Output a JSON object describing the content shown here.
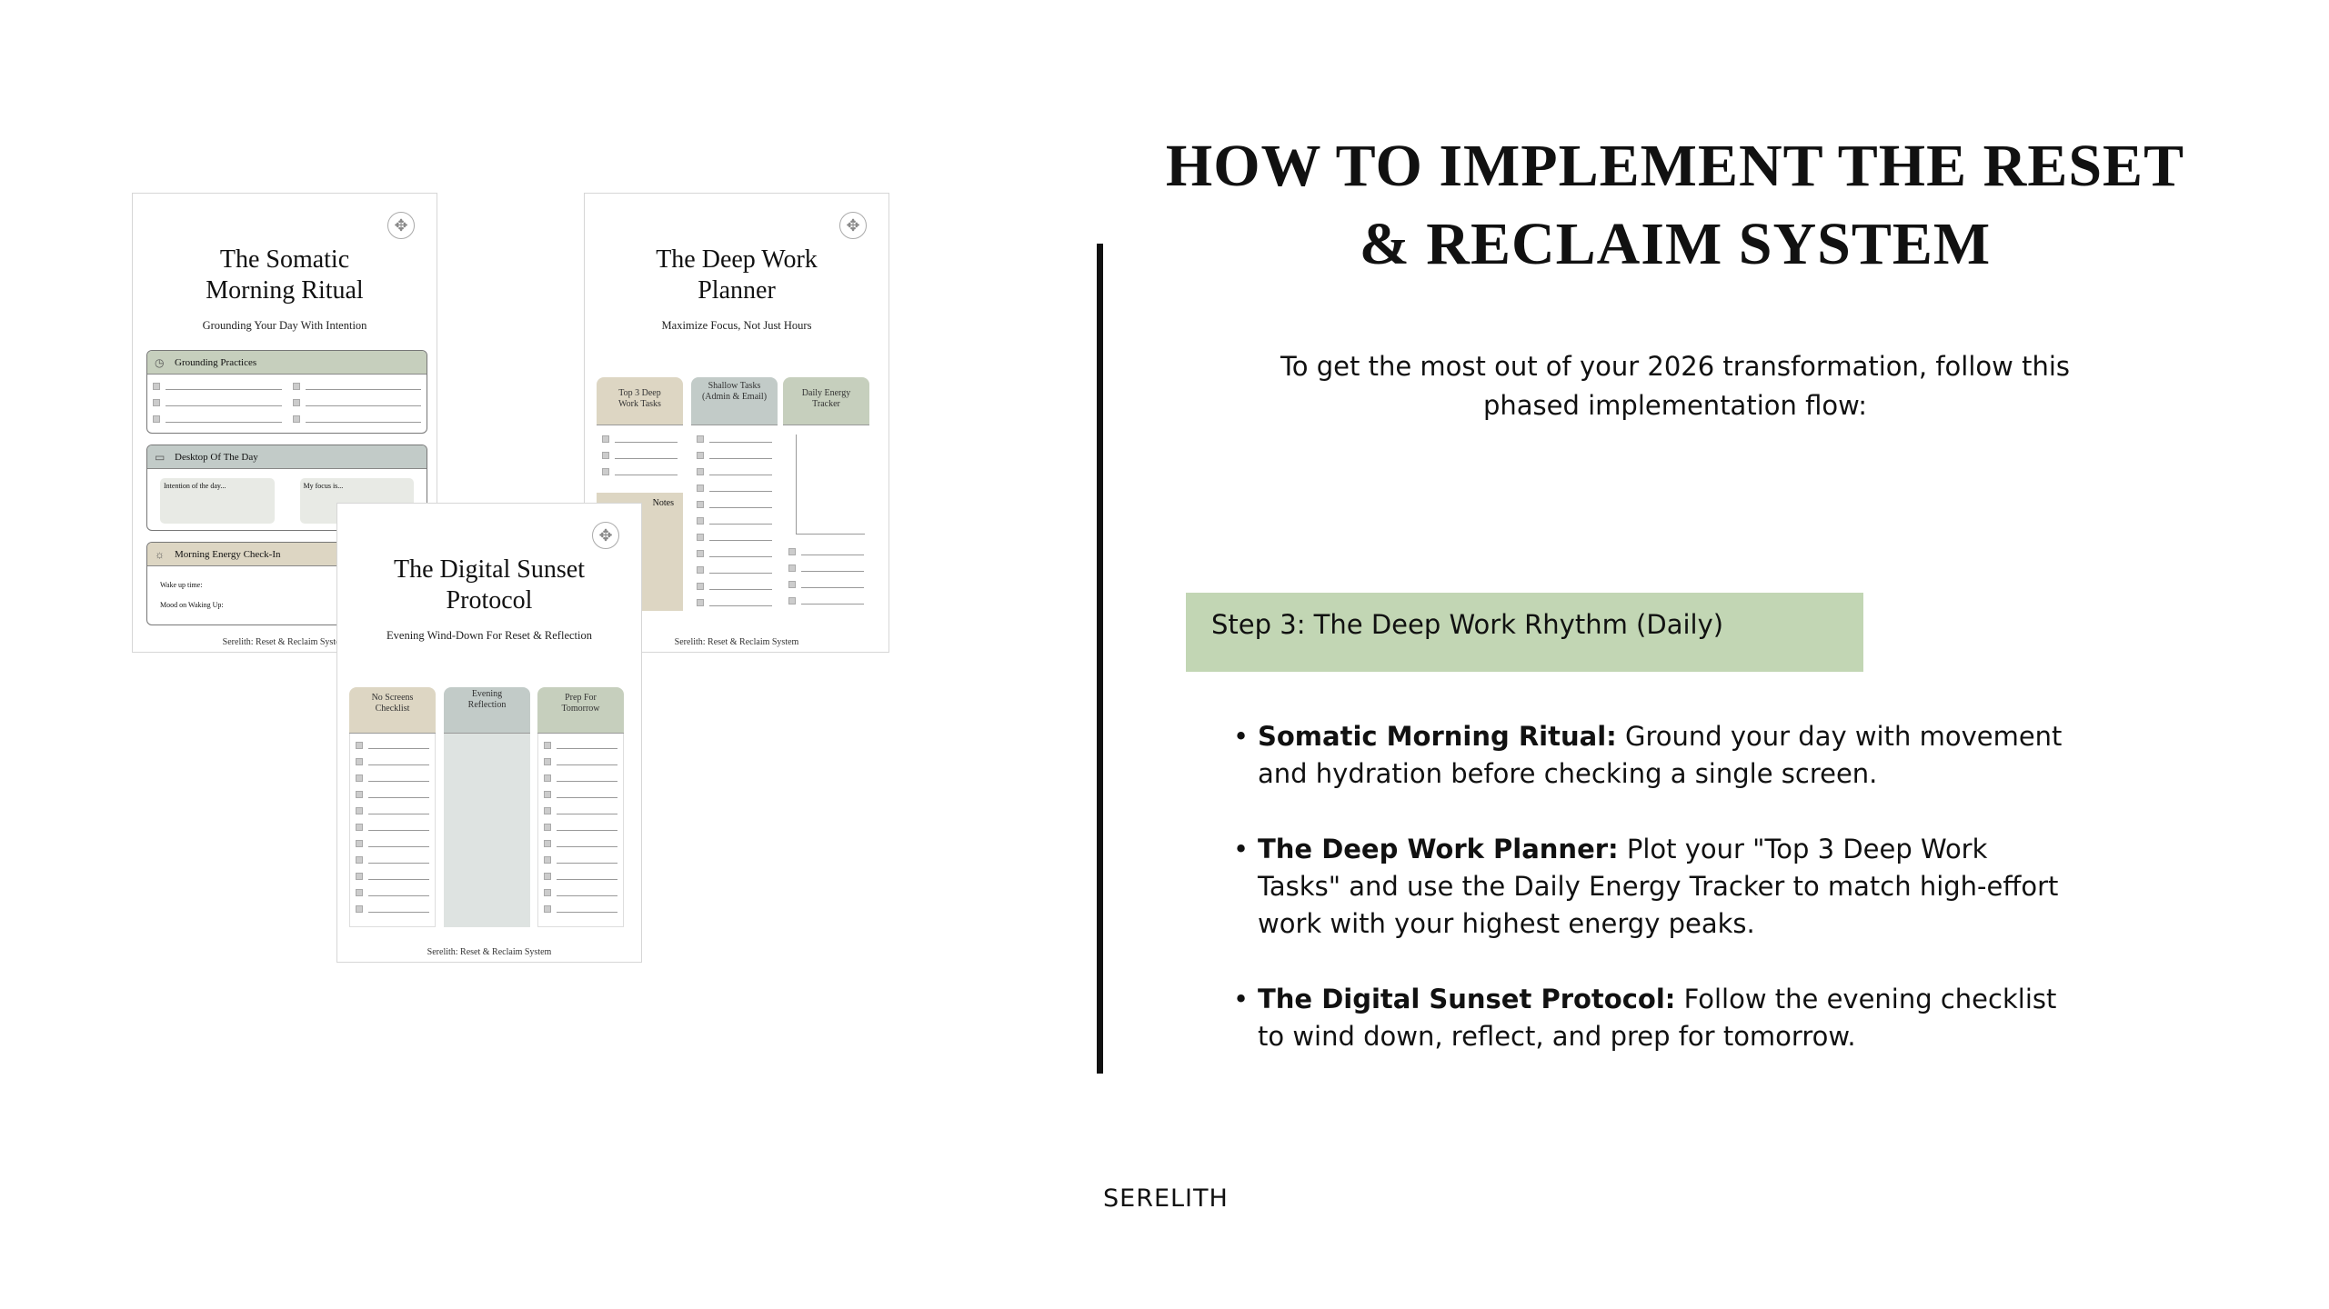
{
  "header": {
    "title": "HOW TO IMPLEMENT THE RESET & RECLAIM SYSTEM",
    "intro": "To get the most out of your 2026 transformation, follow this phased implementation flow:"
  },
  "step": {
    "label": "Step 3: The Deep Work Rhythm (Daily)",
    "accent": "#c2d6b4"
  },
  "bullets": [
    {
      "bold": "Somatic Morning Ritual:",
      "text": " Ground your day with movement and hydration before checking a single screen."
    },
    {
      "bold": "The Deep Work Planner:",
      "text": " Plot your \"Top 3 Deep Work Tasks\" and use the Daily Energy Tracker to match high-effort work with your highest energy peaks."
    },
    {
      "bold": "The Digital Sunset Protocol:",
      "text": " Follow the evening checklist to wind down, reflect, and prep for tomorrow."
    }
  ],
  "brand": "SERELITH",
  "mockups": {
    "somatic": {
      "title": "The Somatic Morning Ritual",
      "subtitle": "Grounding Your Day With Intention",
      "grounding": "Grounding Practices",
      "desktop": "Desktop Of The Day",
      "intention": "Intention of the day...",
      "focus": "My focus is...",
      "energy": "Morning Energy Check-In",
      "wake": "Wake up time:",
      "mood": "Mood on Waking Up:",
      "footer": "Serelith: Reset & Reclaim System"
    },
    "deepwork": {
      "title": "The Deep Work Planner",
      "subtitle": "Maximize Focus, Not Just Hours",
      "col1": "Top 3 Deep Work Tasks",
      "col2": "Shallow Tasks (Admin & Email)",
      "col3": "Daily Energy Tracker",
      "notes": "Notes",
      "footer": "Serelith: Reset & Reclaim System"
    },
    "sunset": {
      "title": "The Digital Sunset Protocol",
      "subtitle": "Evening Wind-Down For Reset & Reflection",
      "col1": "No Screens Checklist",
      "col2": "Evening Reflection",
      "col3": "Prep For Tomorrow",
      "footer": "Serelith: Reset & Reclaim System"
    }
  }
}
